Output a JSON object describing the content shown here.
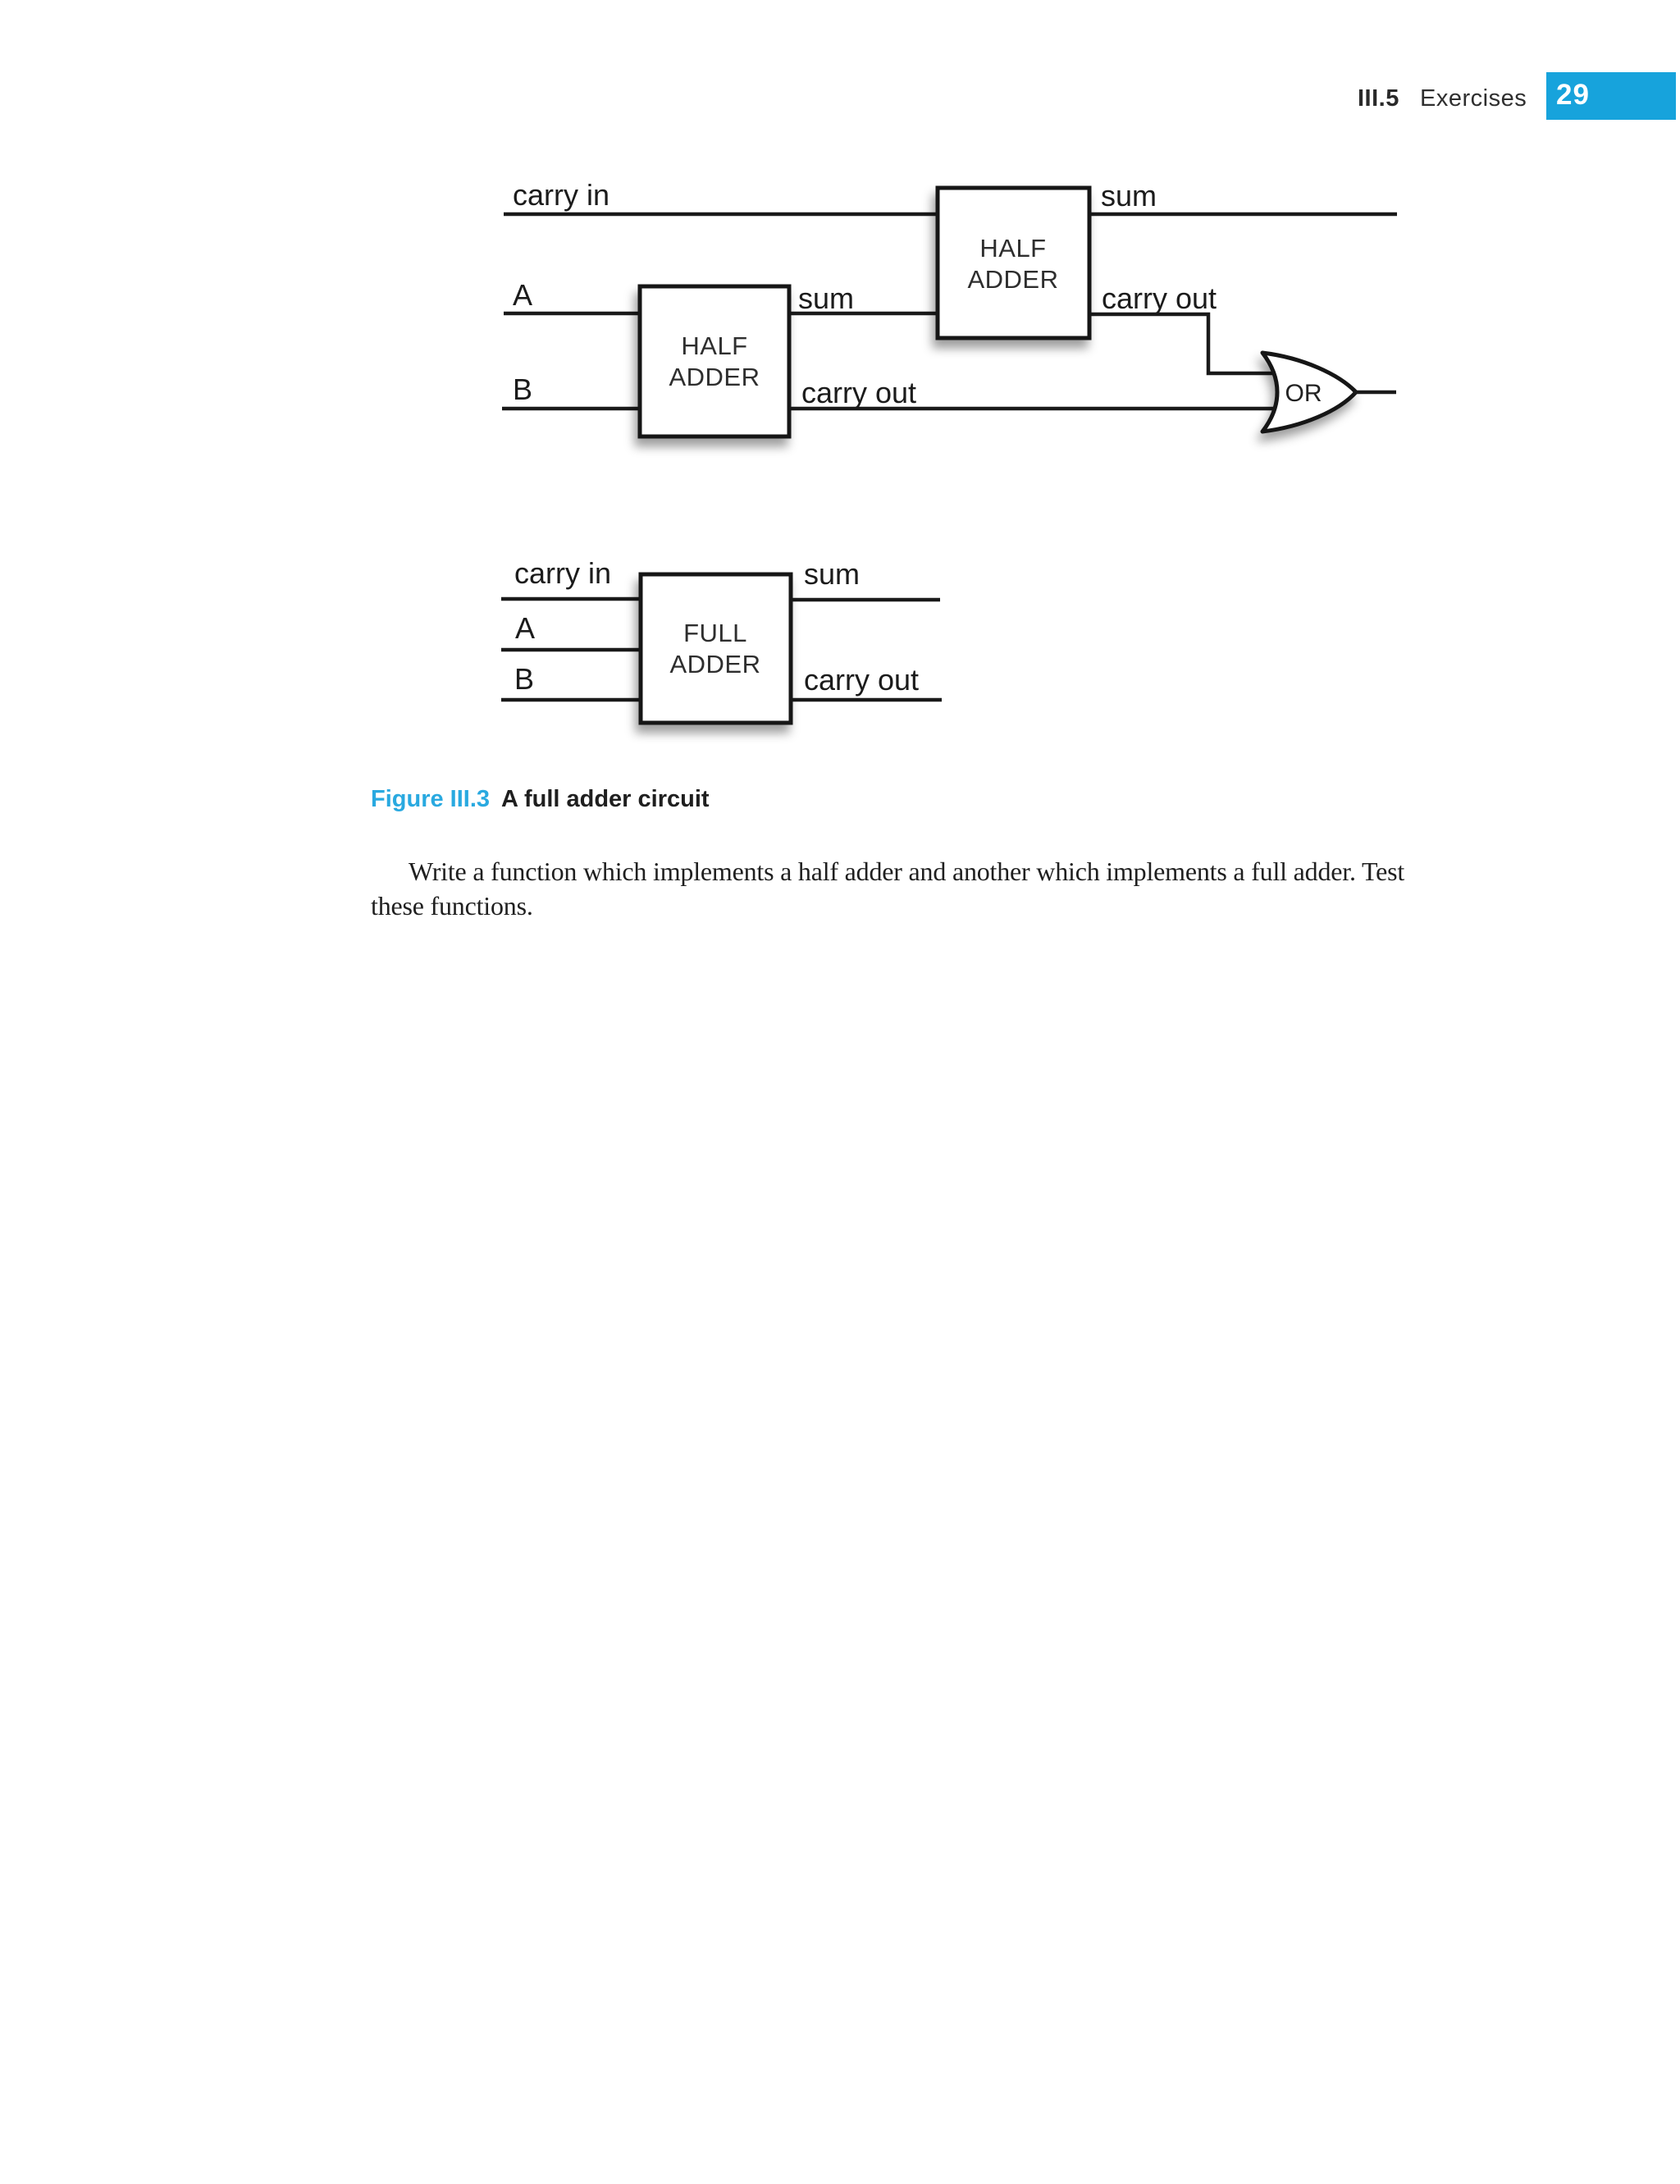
{
  "colors": {
    "accent_cyan": "#17A3DC",
    "caption_cyan": "#29A9E0",
    "ink": "#1C1C1C"
  },
  "header": {
    "section": "III.5",
    "section_title": "Exercises",
    "page_number": "29"
  },
  "figure": {
    "caption": {
      "label": "Figure III.3",
      "text": "A full adder circuit"
    },
    "top_diagram": {
      "carry_in_label": "carry in",
      "input_a_label": "A",
      "input_b_label": "B",
      "half_adder_1": {
        "line1": "HALF",
        "line2": "ADDER",
        "sum_label": "sum",
        "carry_out_label": "carry out"
      },
      "half_adder_2": {
        "line1": "HALF",
        "line2": "ADDER",
        "sum_label": "sum",
        "carry_out_label": "carry out"
      },
      "or_gate_label": "OR"
    },
    "bottom_diagram": {
      "carry_in_label": "carry in",
      "input_a_label": "A",
      "input_b_label": "B",
      "full_adder": {
        "line1": "FULL",
        "line2": "ADDER"
      },
      "sum_label": "sum",
      "carry_out_label": "carry out"
    }
  },
  "paragraph": {
    "line1": "Write a function which implements a half adder and another which implements a full adder. Test",
    "line2": "these functions."
  }
}
